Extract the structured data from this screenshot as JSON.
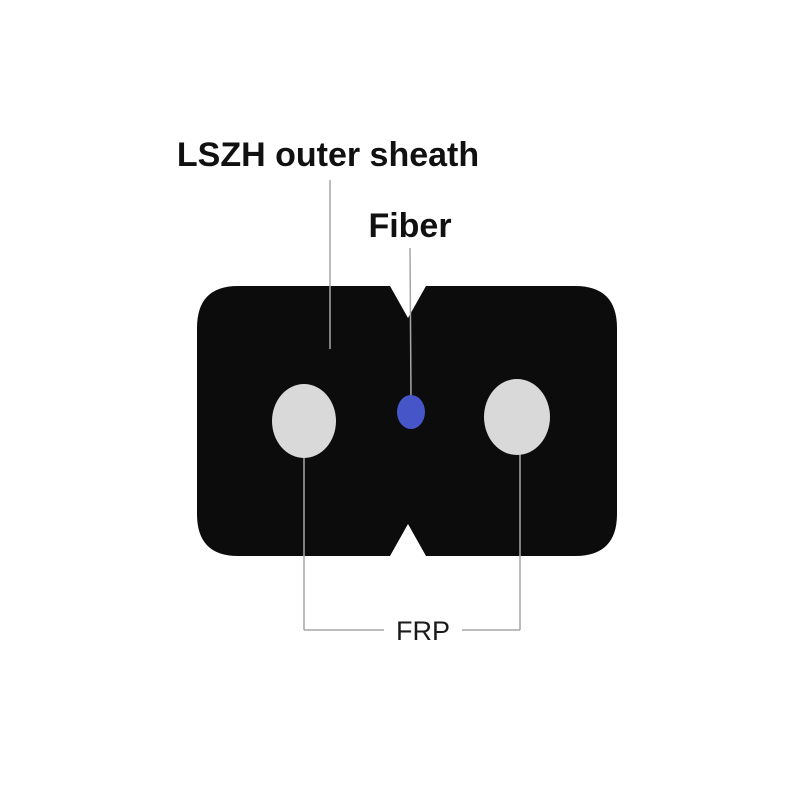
{
  "diagram": {
    "type": "fiber-drop-cable-cross-section",
    "labels": {
      "outer_sheath": "LSZH outer sheath",
      "fiber": "Fiber",
      "frp": "FRP"
    },
    "colors": {
      "background": "#ffffff",
      "cable_body": "#0c0c0c",
      "strength_member": "#d9d9d9",
      "fiber_core": "#4656c8",
      "leader_line": "#a6a6a6",
      "label_text": "#111111"
    }
  }
}
